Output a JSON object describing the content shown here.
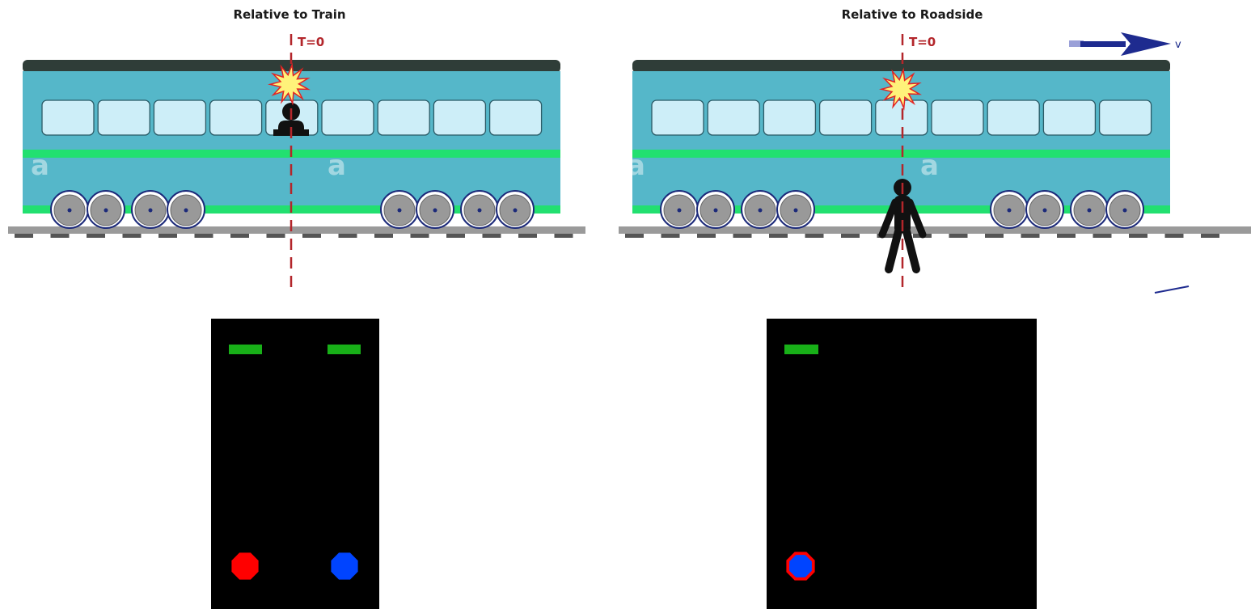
{
  "panels": {
    "train": {
      "title": "Relative to Train",
      "marker": "T=0",
      "watermark": "a"
    },
    "roadside": {
      "title": "Relative to Roadside",
      "marker": "T=0",
      "velocity_label": "v",
      "watermark": "a"
    }
  },
  "colors": {
    "train_body": "#55b7c9",
    "train_roof": "#2f3d38",
    "window": "#cdeef8",
    "stripe": "#22e070",
    "wheel": "#999999",
    "rail": "#9a9a9a",
    "sleeper": "#555555",
    "marker_line": "#b3262b",
    "arrow": "#1e2b8f",
    "flash_outer": "#e32222",
    "flash_inner": "#fff27a",
    "detector_light": "#18b018",
    "red_signal": "#ff0000",
    "blue_signal": "#0044ff"
  },
  "icons": [
    "flash-burst-icon",
    "seated-passenger-icon",
    "standing-observer-icon",
    "velocity-arrow-icon"
  ]
}
